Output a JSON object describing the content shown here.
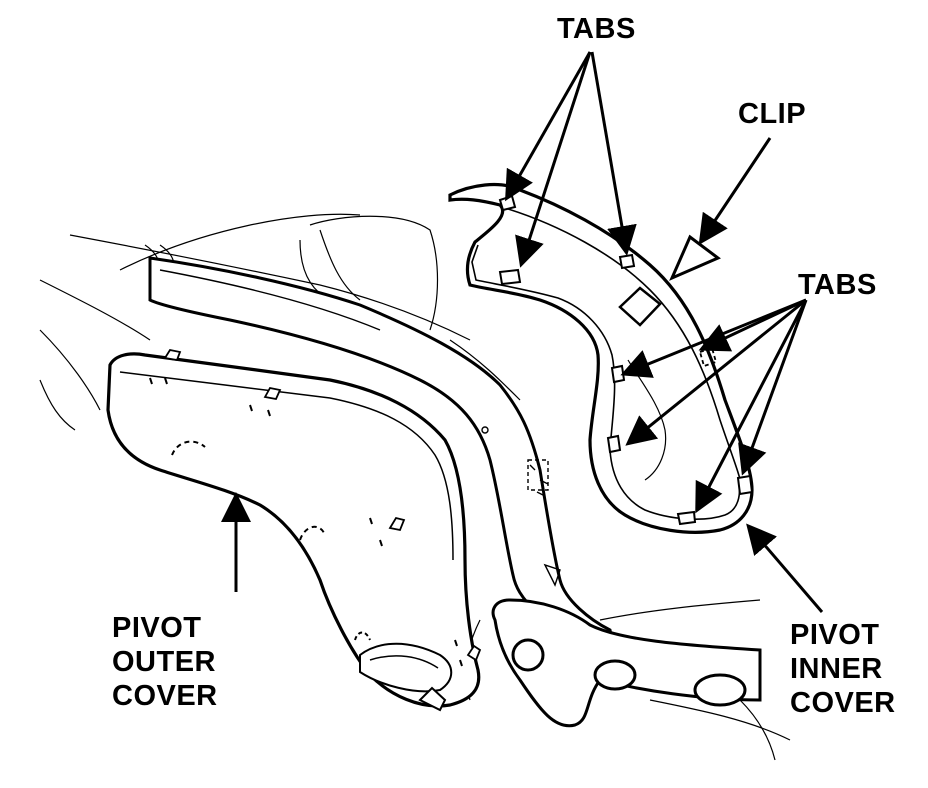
{
  "labels": {
    "tabs_top": "TABS",
    "clip": "CLIP",
    "tabs_right": "TABS",
    "pivot_outer_cover": [
      "PIVOT",
      "OUTER",
      "COVER"
    ],
    "pivot_inner_cover": [
      "PIVOT",
      "INNER",
      "COVER"
    ]
  },
  "colors": {
    "line": "#000000",
    "background": "#ffffff"
  }
}
